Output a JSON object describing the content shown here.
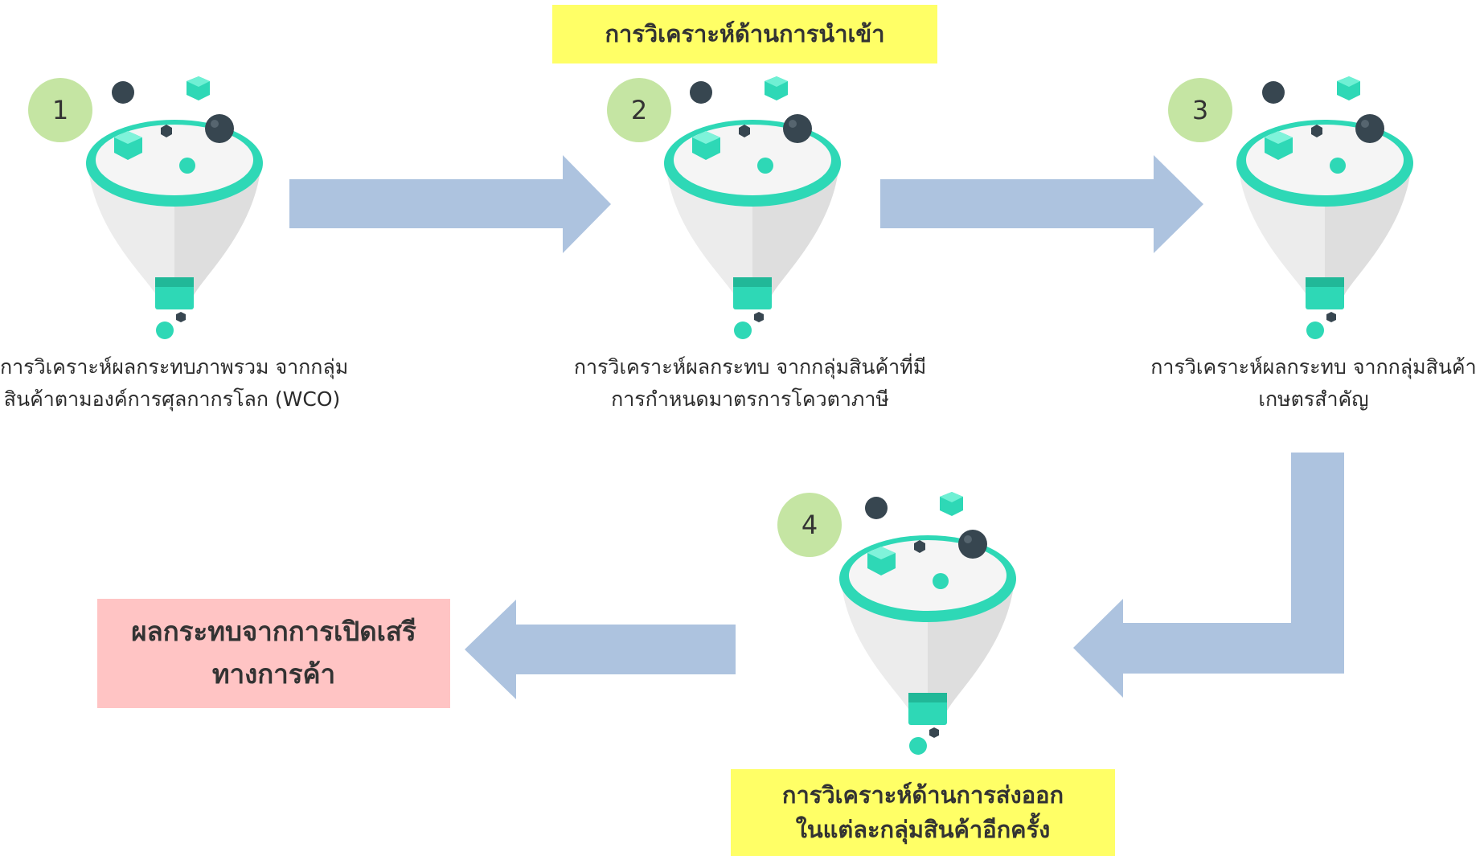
{
  "header": {
    "title": "การวิเคราะห์ด้านการนำเข้า"
  },
  "steps": [
    {
      "number": "1",
      "icon": "funnel-icon",
      "lines": [
        "การวิเคราะห์ผลกระทบภาพรวม จากกลุ่ม",
        "สินค้าตามองค์การศุลกากรโลก (WCO)"
      ]
    },
    {
      "number": "2",
      "icon": "funnel-icon",
      "lines": [
        "การวิเคราะห์ผลกระทบ จากกลุ่มสินค้าที่มี",
        "การกำหนดมาตรการโควตาภาษี"
      ]
    },
    {
      "number": "3",
      "icon": "funnel-icon",
      "lines": [
        "การวิเคราะห์ผลกระทบ จากกลุ่มสินค้า",
        "เกษตรสำคัญ"
      ]
    },
    {
      "number": "4",
      "icon": "funnel-icon"
    }
  ],
  "export_box": {
    "lines": [
      "การวิเคราะห์ด้านการส่งออก",
      "ในแต่ละกลุ่มสินค้าอีกครั้ง"
    ]
  },
  "result_box": {
    "lines": [
      "ผลกระทบจากการเปิดเสรี",
      "ทางการค้า"
    ]
  },
  "colors": {
    "arrow": "#adc3df",
    "badge": "#c5e5a3",
    "teal": "#2ed8b6",
    "dark": "#374650",
    "yellow": "#ffff66",
    "pink": "#ffc4c4"
  }
}
